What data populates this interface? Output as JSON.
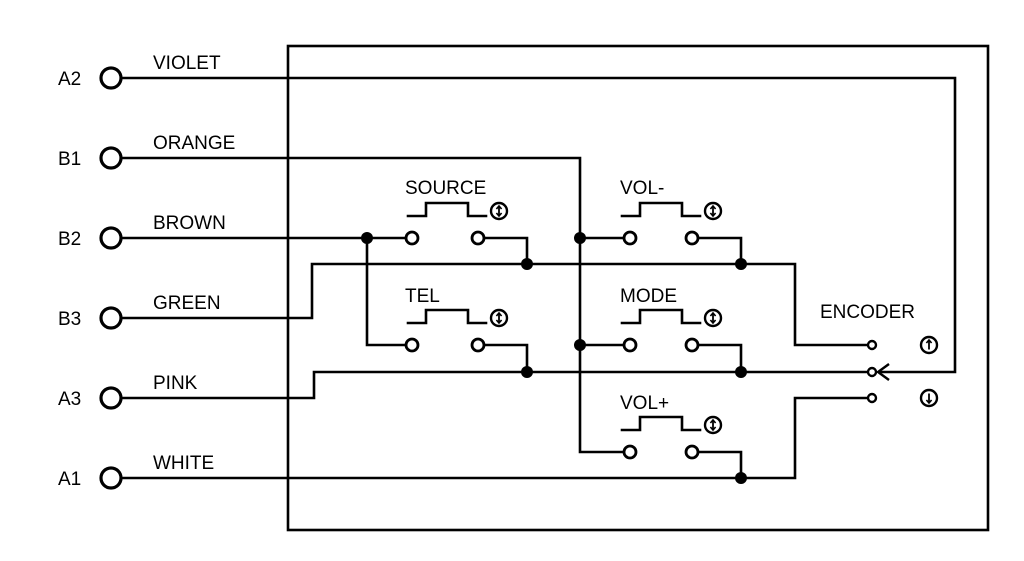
{
  "terminals": [
    {
      "id": "A2",
      "wire": "VIOLET"
    },
    {
      "id": "B1",
      "wire": "ORANGE"
    },
    {
      "id": "B2",
      "wire": "BROWN"
    },
    {
      "id": "B3",
      "wire": "GREEN"
    },
    {
      "id": "A3",
      "wire": "PINK"
    },
    {
      "id": "A1",
      "wire": "WHITE"
    }
  ],
  "buttons": {
    "source": "SOURCE",
    "vol_minus": "VOL-",
    "tel": "TEL",
    "mode": "MODE",
    "vol_plus": "VOL+"
  },
  "encoder": {
    "label": "ENCODER",
    "up_icon": "arrow-up-circle-icon",
    "down_icon": "arrow-down-circle-icon"
  },
  "button_icon": "up-down-arrow-circle-icon",
  "colors": {
    "line": "#000000",
    "background": "#ffffff"
  }
}
